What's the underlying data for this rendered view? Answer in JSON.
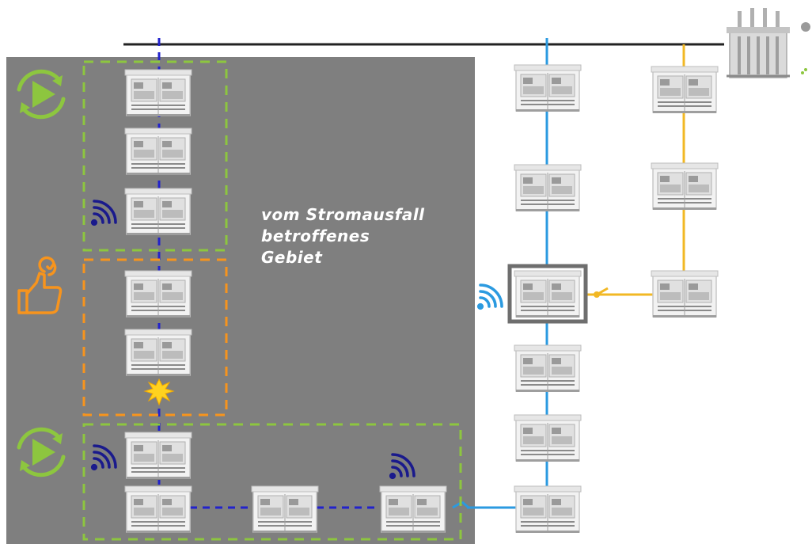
{
  "affected_area_label": [
    "vom Stromausfall",
    "betroffenes",
    "Gebiet"
  ],
  "colors": {
    "affected_area": "#7f7f7f",
    "busbar": "#222222",
    "line_faulty_feeder": "#2222cc",
    "line_blue_feeder": "#2b9ae0",
    "line_yellow_feeder": "#f2b824",
    "zone_restored": "#8dc63f",
    "zone_repair": "#f7941d",
    "fault": "#ffd21f",
    "station_body": "#f0f0f0",
    "station_frame": "#cfcfcf"
  },
  "icons": {
    "restored_zone": "play-cycle-icon",
    "repair_zone": "thumbs-up-wrench-icon",
    "remote_signal": "wifi-signal-icon",
    "fault": "fault-explosion-icon",
    "transformer": "transformer-icon",
    "station": "substation-icon"
  },
  "feeders": [
    {
      "name": "feeder-faulty",
      "color": "line_faulty_feeder",
      "style": "dashed"
    },
    {
      "name": "feeder-blue",
      "color": "line_blue_feeder",
      "style": "solid"
    },
    {
      "name": "feeder-yellow",
      "color": "line_yellow_feeder",
      "style": "solid"
    }
  ]
}
